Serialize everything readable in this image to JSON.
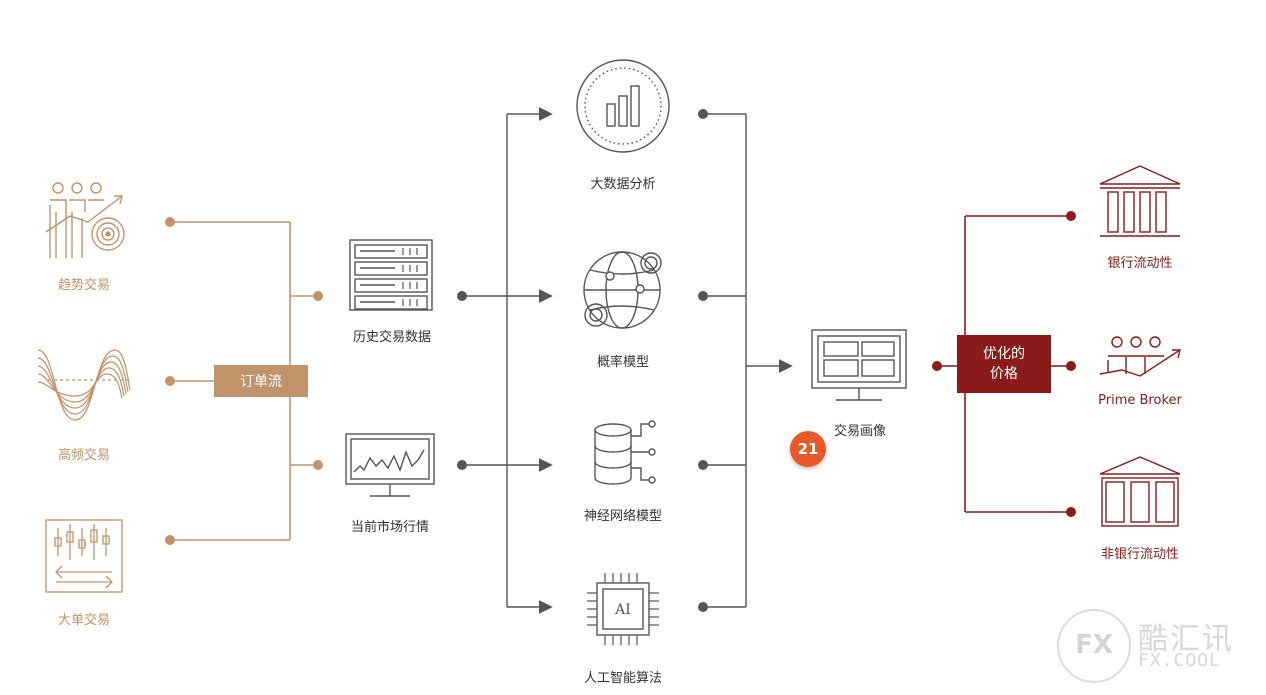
{
  "inputs": [
    {
      "label": "趋势交易",
      "icon": "trend-trading-icon"
    },
    {
      "label": "高频交易",
      "icon": "high-frequency-icon"
    },
    {
      "label": "大单交易",
      "icon": "block-trade-icon"
    }
  ],
  "order_flow_label": "订单流",
  "data_sources": [
    {
      "label": "历史交易数据",
      "icon": "server-rack-icon"
    },
    {
      "label": "当前市场行情",
      "icon": "market-monitor-icon"
    }
  ],
  "engines": [
    {
      "label": "大数据分析",
      "icon": "bar-chart-icon"
    },
    {
      "label": "概率模型",
      "icon": "globe-network-icon"
    },
    {
      "label": "神经网络模型",
      "icon": "database-icon"
    },
    {
      "label": "人工智能算法",
      "icon": "ai-chip-icon",
      "chip_text": "AI"
    }
  ],
  "profile": {
    "label": "交易画像",
    "icon": "dashboard-monitor-icon",
    "badge": "21"
  },
  "optimized_price": {
    "line1": "优化的",
    "line2": "价格"
  },
  "outputs": [
    {
      "label": "银行流动性",
      "icon": "bank-building-icon"
    },
    {
      "label": "Prime Broker",
      "icon": "people-chart-icon"
    },
    {
      "label": "非银行流动性",
      "icon": "institution-building-icon"
    }
  ],
  "watermark": {
    "mark": "FX",
    "cn": "酷汇讯",
    "en": "FX.COOL"
  },
  "colors": {
    "gold": "#c2936a",
    "dark": "#555555",
    "red": "#8b1a1a"
  }
}
